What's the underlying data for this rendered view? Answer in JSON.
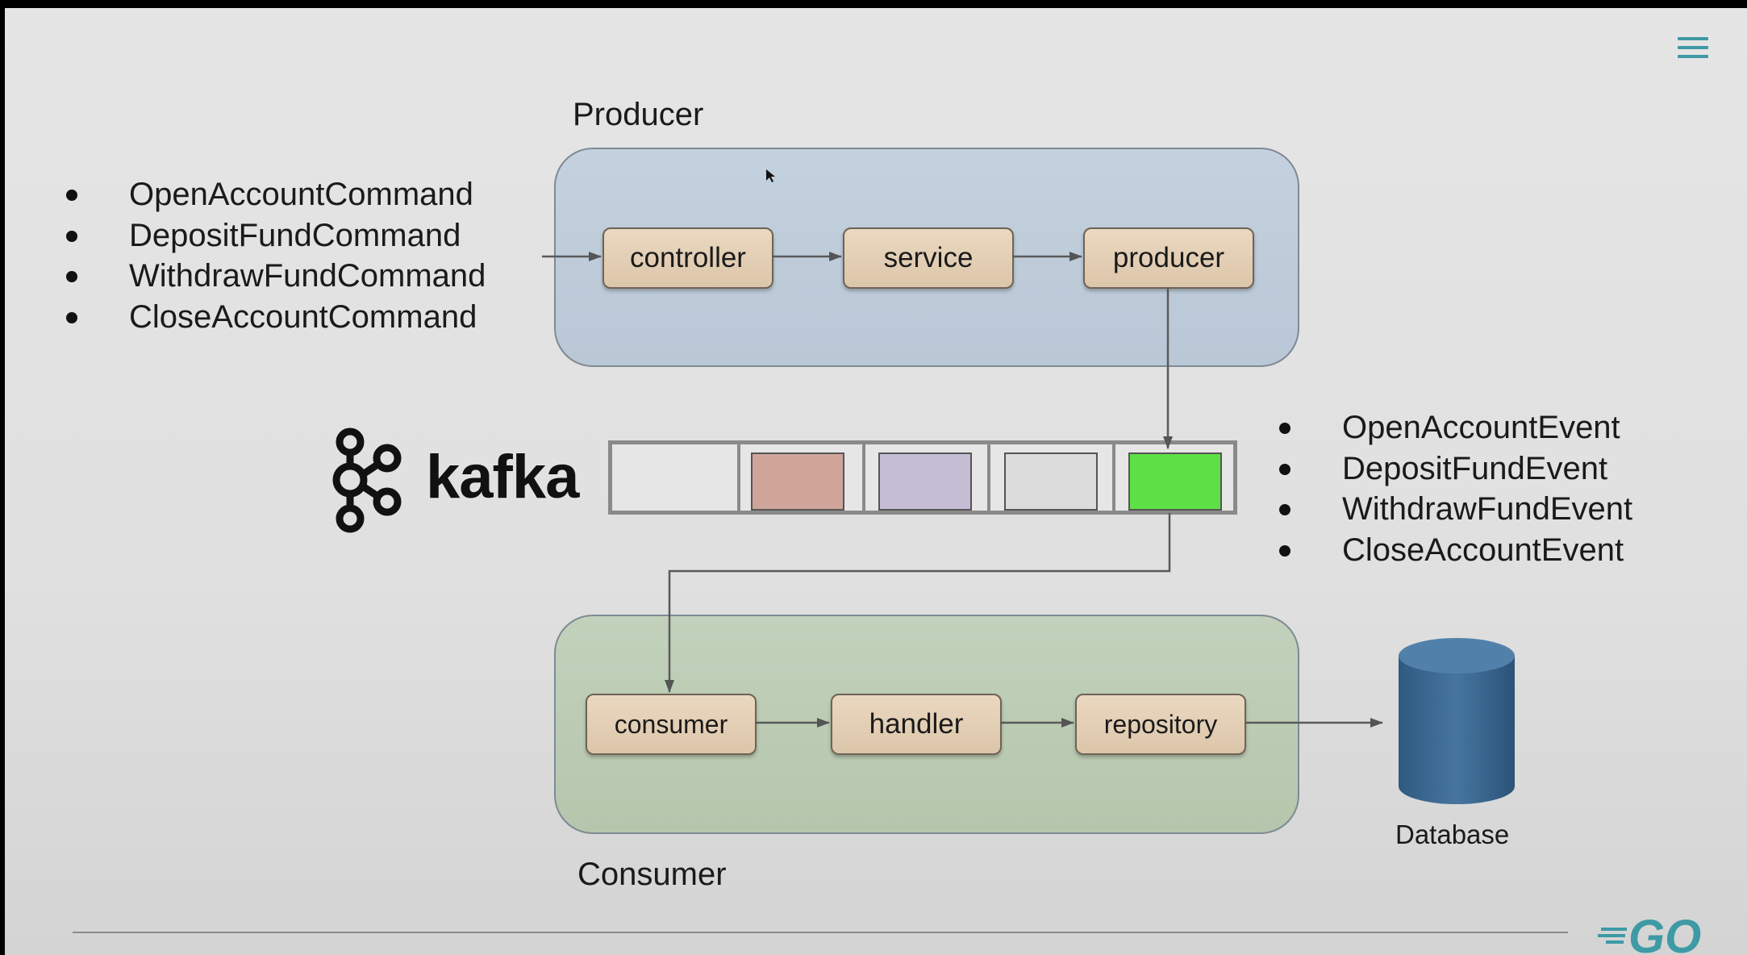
{
  "producer": {
    "title": "Producer",
    "nodes": [
      "controller",
      "service",
      "producer"
    ]
  },
  "commands": [
    "OpenAccountCommand",
    "DepositFundCommand",
    "WithdrawFundCommand",
    "CloseAccountCommand"
  ],
  "kafka": {
    "logo_text": "kafka",
    "message_colors": [
      "#cfa59a",
      "#c4bdd4",
      "#dcdcdc",
      "#5de045"
    ]
  },
  "events": [
    "OpenAccountEvent",
    "DepositFundEvent",
    "WithdrawFundEvent",
    "CloseAccountEvent"
  ],
  "consumer": {
    "title": "Consumer",
    "nodes": [
      "consumer",
      "handler",
      "repository"
    ]
  },
  "database": {
    "label": "Database"
  },
  "branding": {
    "go_logo_text": "GO"
  },
  "colors": {
    "producer_group": "#bfccda",
    "consumer_group": "#bccbb4",
    "node_fill": "#e2cfb5",
    "database": "#3b6790",
    "menu_icon": "#3e9aa5"
  }
}
